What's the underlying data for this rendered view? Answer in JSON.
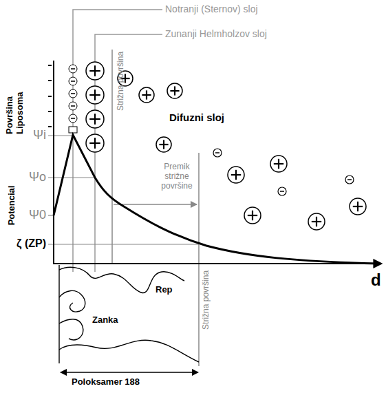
{
  "diagram": {
    "labels": [
      "Notranji (Sternov) sloj",
      "Zunanji Helmholzov sloj",
      "Površina Liposoma",
      "Strižna površina",
      "Difuzni sloj",
      "Premik strižne površine",
      "Potencial",
      "Ψi",
      "Ψo",
      "Ψ0",
      "ζ (ZP)",
      "d",
      "Rep",
      "Zanka",
      "Strižna površina",
      "Poloksamer 188"
    ]
  }
}
